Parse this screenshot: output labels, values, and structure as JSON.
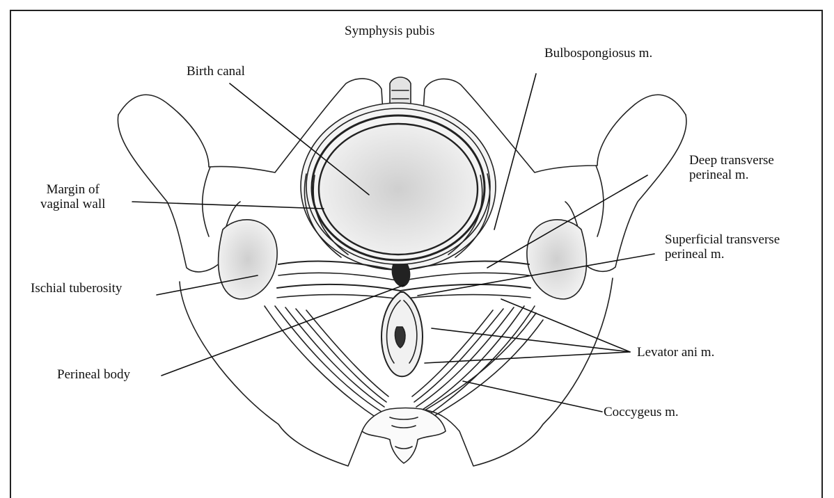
{
  "labels": {
    "symphysis_pubis": "Symphysis pubis",
    "birth_canal": "Birth canal",
    "bulbospongiosus": "Bulbospongiosus m.",
    "deep_transverse_line1": "Deep transverse",
    "deep_transverse_line2": "perineal m.",
    "margin_line1": "Margin of",
    "margin_line2": "vaginal wall",
    "superficial_line1": "Superficial transverse",
    "superficial_line2": "perineal m.",
    "ischial_tuberosity": "Ischial tuberosity",
    "levator_ani": "Levator ani m.",
    "perineal_body": "Perineal body",
    "coccygeus": "Coccygeus m."
  }
}
